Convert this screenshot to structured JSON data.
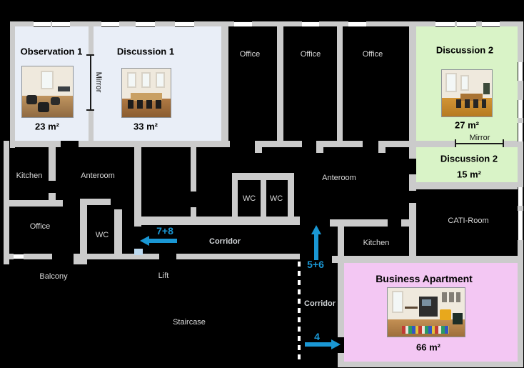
{
  "palette": {
    "background": "#000000",
    "wall_gray": "#cbcbcb",
    "room_light_blue": "#e9eef7",
    "room_green": "#d9f3c7",
    "room_pink": "#f3c7f3",
    "arrow_blue": "#1a97d4",
    "room_label_gray": "#d9d9d9",
    "door_light_blue": "#bcd9ef"
  },
  "rooms": {
    "observation1": {
      "name": "Observation 1",
      "area": "23 m²"
    },
    "discussion1": {
      "name": "Discussion 1",
      "area": "33 m²"
    },
    "office_top_1": {
      "name": "Office"
    },
    "office_top_2": {
      "name": "Office"
    },
    "office_top_3": {
      "name": "Office"
    },
    "discussion2_large": {
      "name": "Discussion 2",
      "area": "27 m²"
    },
    "discussion2_small": {
      "name": "Discussion 2",
      "area": "15 m²"
    },
    "cati_room": {
      "name": "CATI-Room"
    },
    "kitchen_west": {
      "name": "Kitchen"
    },
    "anteroom_west": {
      "name": "Anteroom"
    },
    "office_southwest": {
      "name": "Office"
    },
    "wc_southwest": {
      "name": "WC"
    },
    "wc_center_1": {
      "name": "WC"
    },
    "wc_center_2": {
      "name": "WC"
    },
    "anteroom_center": {
      "name": "Anteroom"
    },
    "kitchen_center": {
      "name": "Kitchen"
    },
    "corridor_main": {
      "name": "Corridor"
    },
    "corridor_side": {
      "name": "Corridor"
    },
    "balcony": {
      "name": "Balcony"
    },
    "lift": {
      "name": "Lift"
    },
    "staircase": {
      "name": "Staircase"
    },
    "business_apartment": {
      "name": "Business Apartment",
      "area": "66 m²"
    }
  },
  "mirrors": {
    "observation_wall": "Mirror",
    "discussion2_wall": "Mirror"
  },
  "arrows": {
    "west_exit": {
      "label": "7+8",
      "direction": "left"
    },
    "north_rooms": {
      "label": "5+6",
      "direction": "up"
    },
    "apartment_entrance": {
      "label": "4",
      "direction": "right"
    }
  }
}
